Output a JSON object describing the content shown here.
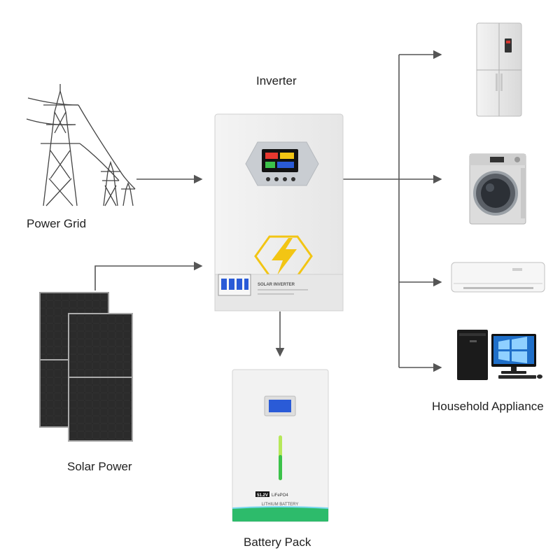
{
  "labels": {
    "inverter": "Inverter",
    "power_grid": "Power Grid",
    "solar_power": "Solar Power",
    "battery_pack": "Battery Pack",
    "household_appliance": "Household Appliance"
  },
  "inverter_panel": {
    "model_text": "SOLAR INVERTER"
  },
  "battery_panel": {
    "voltage_badge": "51.2V",
    "chem_text": "LiFePO4",
    "type_text": "LITHIUM BATTERY"
  },
  "colors": {
    "arrow": "#555555",
    "accent_yellow": "#f2c514",
    "battery_green": "#2dbb6b",
    "screen_blue": "#2a5bd7"
  },
  "icons": [
    "transmission-tower-icon",
    "solar-panel-icon",
    "refrigerator-icon",
    "washing-machine-icon",
    "air-conditioner-icon",
    "desktop-computer-icon"
  ]
}
